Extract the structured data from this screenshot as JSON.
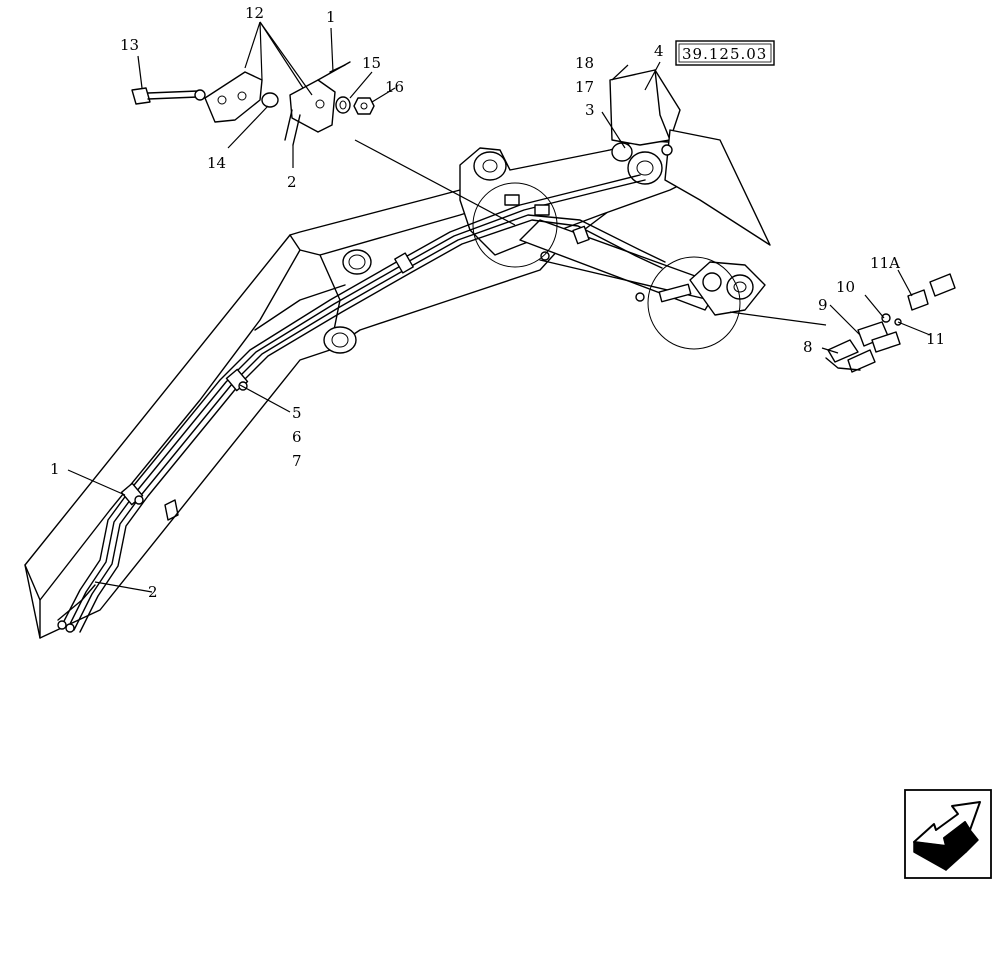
{
  "reference": "39.125.03",
  "callouts": {
    "c1a": "1",
    "c1b": "1",
    "c2a": "2",
    "c2b": "2",
    "c3": "3",
    "c4": "4",
    "c5": "5",
    "c6": "6",
    "c7": "7",
    "c8": "8",
    "c9": "9",
    "c10": "10",
    "c11": "11",
    "c11a": "11A",
    "c12": "12",
    "c13": "13",
    "c14": "14",
    "c15": "15",
    "c16": "16",
    "c17": "17",
    "c18": "18"
  },
  "icons": {
    "nav": "next-page-arrow-icon"
  }
}
